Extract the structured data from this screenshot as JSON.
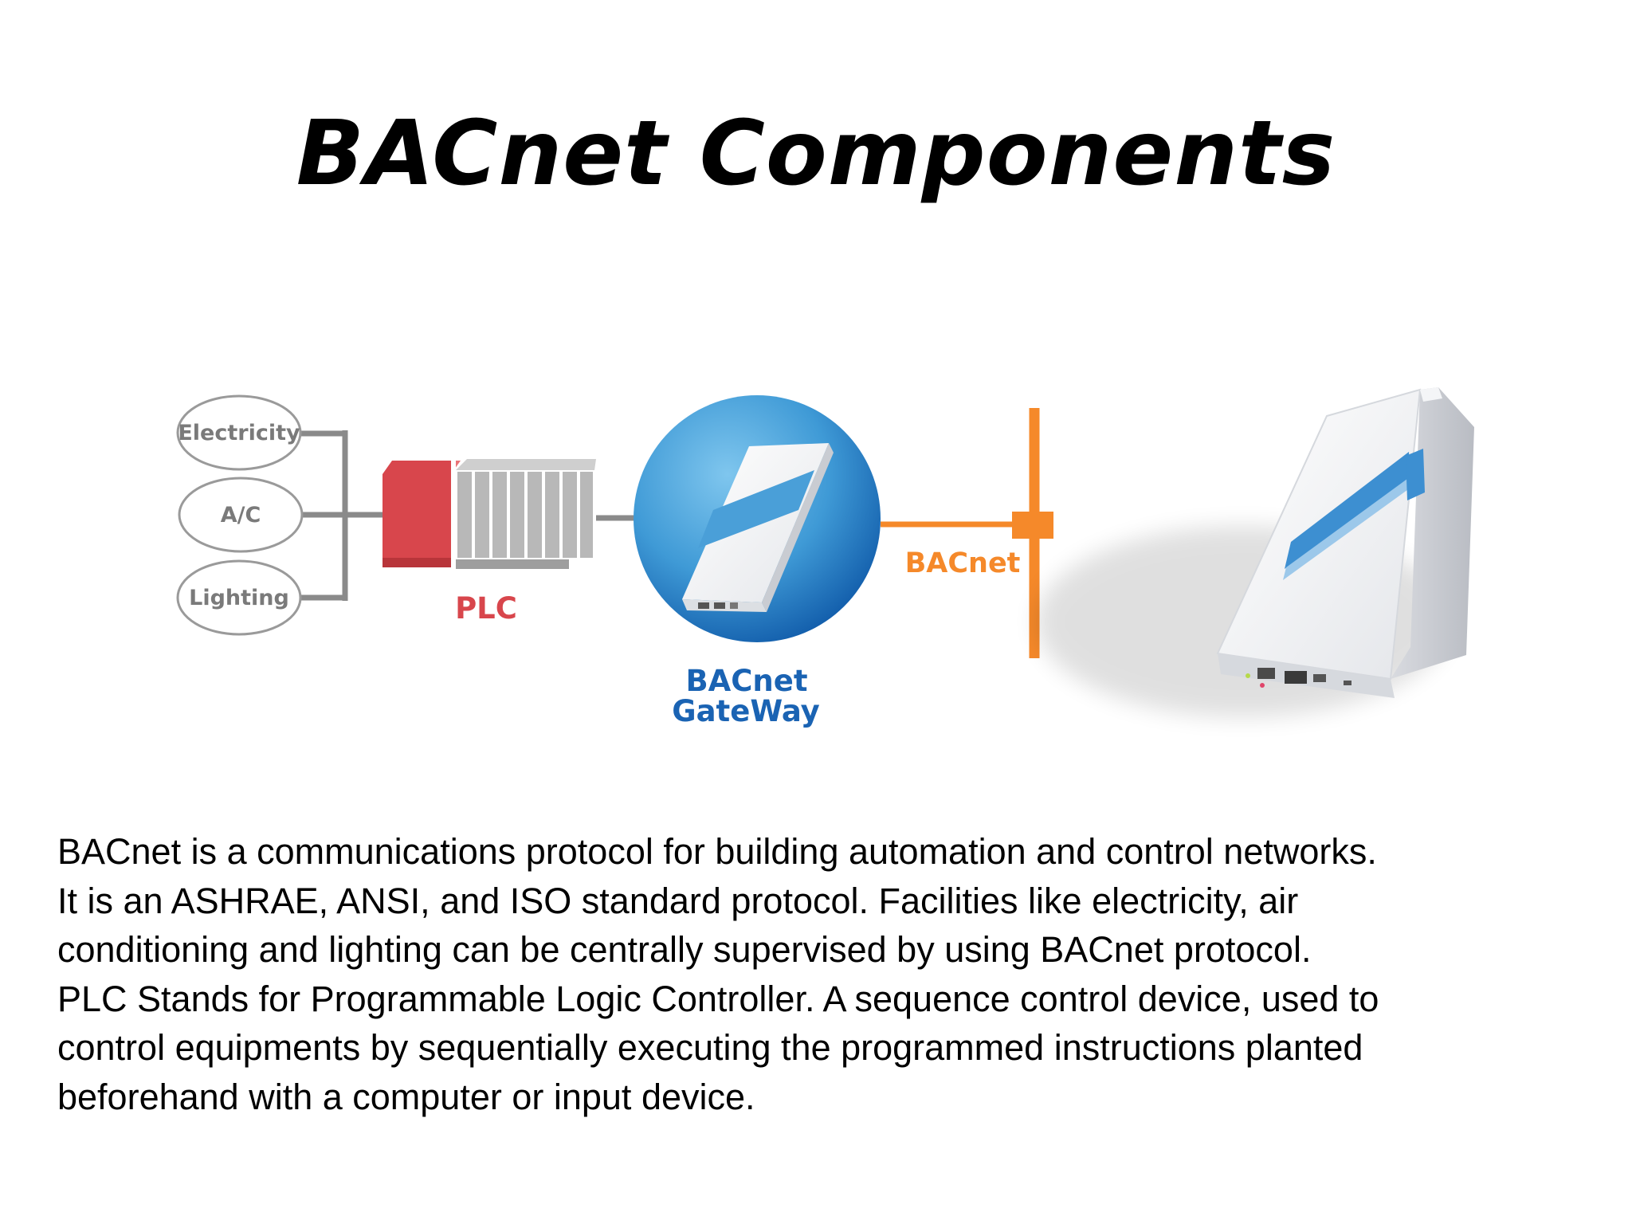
{
  "title": "BACnet Components",
  "diagram": {
    "inputs": [
      "Electricity",
      "A/C",
      "Lighting"
    ],
    "plc_label": "PLC",
    "gateway_label_line1": "BACnet",
    "gateway_label_line2": "GateWay",
    "network_label": "BACnet",
    "colors": {
      "plc_red": "#d8464c",
      "network_orange": "#f5892a",
      "gateway_blue": "#1a63b3",
      "gray_line": "#8a8a8a"
    }
  },
  "body": {
    "lines": [
      "BACnet is a communications protocol for building automation and control networks.",
      "It is an ASHRAE, ANSI, and ISO standard protocol. Facilities like electricity, air",
      "conditioning and lighting can be centrally supervised by using BACnet protocol.",
      "PLC Stands for Programmable Logic Controller. A sequence control device, used to",
      "control equipments by sequentially executing the programmed instructions planted",
      "beforehand with a computer or input device."
    ]
  }
}
